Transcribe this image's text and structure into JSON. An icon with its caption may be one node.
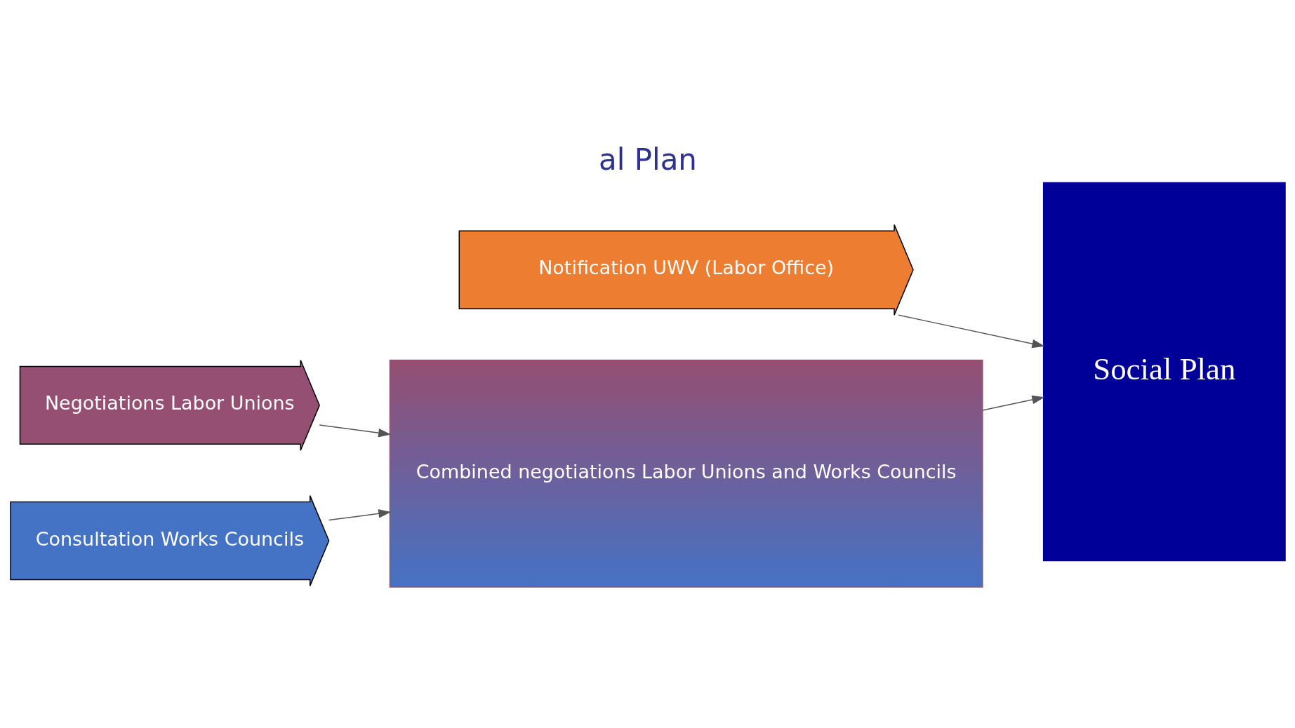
{
  "diagram": {
    "title": "al Plan",
    "nodes": [
      {
        "text": [
          "Notification UWV (Labor Office)"
        ]
      },
      {
        "text": [
          "Negotiations Labor Unions"
        ]
      },
      {
        "text": [
          "Consultation Works Councils"
        ]
      },
      {
        "text": [
          "Combined negotiations Labor Unions and Works Councils"
        ]
      },
      {
        "text": [
          "Social Plan"
        ]
      }
    ],
    "edges": [
      {
        "from": 0,
        "to": 4,
        "arrow": "to"
      },
      {
        "from": 1,
        "to": 3,
        "arrow": "to"
      },
      {
        "from": 2,
        "to": 3,
        "arrow": "to"
      },
      {
        "from": 3,
        "to": 4,
        "arrow": "to"
      }
    ]
  }
}
